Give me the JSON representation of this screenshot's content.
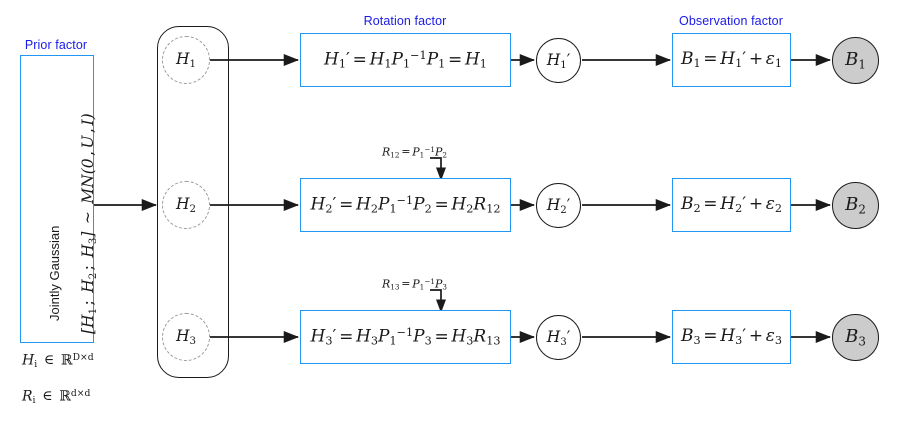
{
  "diagram": {
    "titles": {
      "prior": "Prior factor",
      "rotation": "Rotation factor",
      "observation": "Observation factor"
    },
    "prior_box": {
      "line_plain": "Jointly Gaussian",
      "line_math_lhs": "[H",
      "distribution": "MN(0, U, I)"
    },
    "legend": [
      {
        "symbol": "H",
        "index": "i",
        "set": "R",
        "exponent": "D×d"
      },
      {
        "symbol": "R",
        "index": "i",
        "set": "R",
        "exponent": "d×d"
      }
    ],
    "rows": [
      {
        "latent_label": "H",
        "latent_sub": "1",
        "rotation_note": "",
        "rotation_eq": "H'₁ = H₁P₁⁻¹P₁ = H₁",
        "rotated_node": "H'₁",
        "observation_eq": "B₁ = H'₁ + ε₁",
        "observed_node": "B₁"
      },
      {
        "latent_label": "H",
        "latent_sub": "2",
        "rotation_note": "R₁₂ = P₁⁻¹P₂",
        "rotation_eq": "H'₂ = H₂P₁⁻¹P₂ = H₂R₁₂",
        "rotated_node": "H'₂",
        "observation_eq": "B₂ = H'₂ + ε₂",
        "observed_node": "B₂"
      },
      {
        "latent_label": "H",
        "latent_sub": "3",
        "rotation_note": "R₁₃ = P₁⁻¹P₃",
        "rotation_eq": "H'₃ = H₃P₁⁻¹P₃ = H₃R₁₃",
        "rotated_node": "H'₃",
        "observation_eq": "B₃ = H'₃ + ε₃",
        "observed_node": "B₃"
      }
    ],
    "colors": {
      "accent_blue": "#2196f3",
      "title_blue": "#1a1ae8",
      "observed_fill": "#cccccc",
      "latent_dashed": "#9a9a9a",
      "stroke": "#1a1a1a"
    }
  }
}
